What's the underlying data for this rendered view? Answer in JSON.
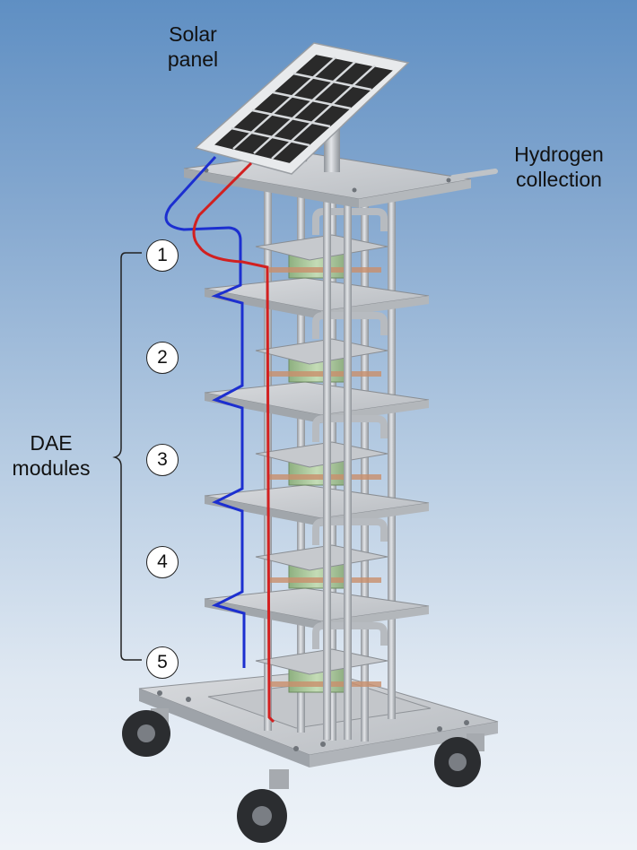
{
  "labels": {
    "solar_line1": "Solar",
    "solar_line2": "panel",
    "hydrogen_line1": "Hydrogen",
    "hydrogen_line2": "collection",
    "dae_line1": "DAE",
    "dae_line2": "modules"
  },
  "modules": [
    "1",
    "2",
    "3",
    "4",
    "5"
  ],
  "colors": {
    "background_top": "#5f8fc3",
    "background_bottom": "#eef3f8",
    "plate": "#c9ccd0",
    "rod": "#b5b9be",
    "cell_green": "#a9c99a",
    "wire_positive": "#d22020",
    "wire_negative": "#1c2fd0",
    "solar_cell": "#2a2a2a"
  }
}
